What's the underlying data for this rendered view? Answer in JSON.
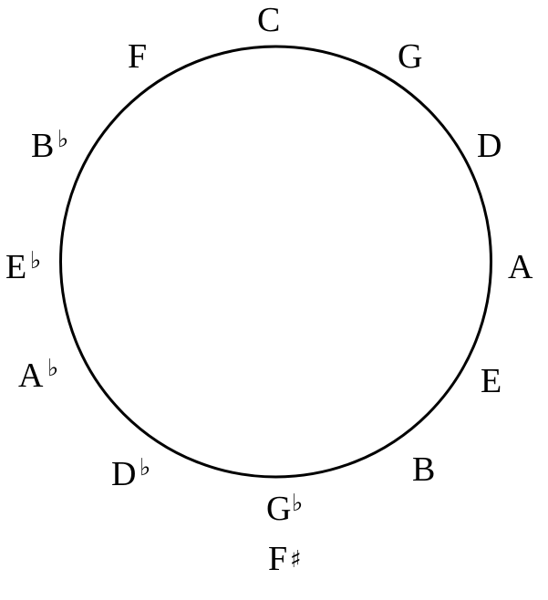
{
  "diagram": {
    "stroke_color": "#000000",
    "background": "#ffffff",
    "keys": [
      {
        "note": "C",
        "accidental": ""
      },
      {
        "note": "G",
        "accidental": ""
      },
      {
        "note": "D",
        "accidental": ""
      },
      {
        "note": "A",
        "accidental": ""
      },
      {
        "note": "E",
        "accidental": ""
      },
      {
        "note": "B",
        "accidental": ""
      },
      {
        "note": "G",
        "accidental": "♭",
        "enharmonic": {
          "note": "F",
          "accidental": "♯"
        }
      },
      {
        "note": "D",
        "accidental": "♭"
      },
      {
        "note": "A",
        "accidental": "♭"
      },
      {
        "note": "E",
        "accidental": "♭"
      },
      {
        "note": "B",
        "accidental": "♭"
      },
      {
        "note": "F",
        "accidental": ""
      }
    ]
  }
}
